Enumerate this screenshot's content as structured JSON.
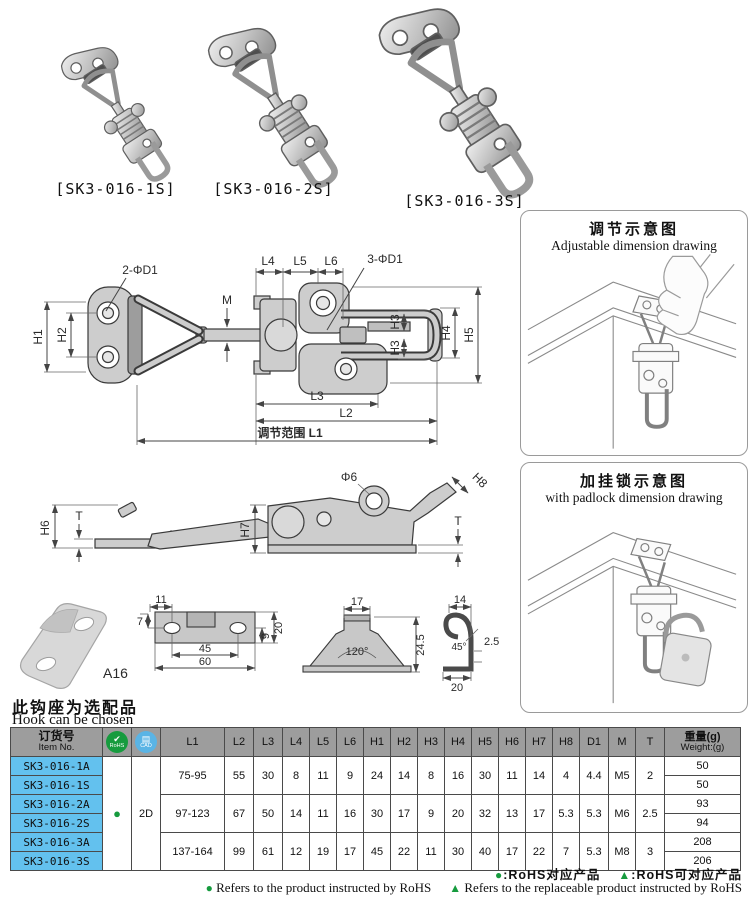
{
  "products": [
    {
      "label": "[SK3-016-1S]"
    },
    {
      "label": "[SK3-016-2S]"
    },
    {
      "label": "[SK3-016-3S]"
    }
  ],
  "panels": [
    {
      "title_cn": "调节示意图",
      "title_en": "Adjustable dimension drawing"
    },
    {
      "title_cn": "加挂锁示意图",
      "title_en": "with padlock dimension drawing"
    }
  ],
  "top_view": {
    "callout_2d1": "2-ΦD1",
    "callout_3d1": "3-ΦD1",
    "l4": "L4",
    "l5": "L5",
    "l6": "L6",
    "m": "M",
    "h1": "H1",
    "h2": "H2",
    "h3a": "H3",
    "h3b": "H3",
    "h4": "H4",
    "h5": "H5",
    "l3": "L3",
    "l2": "L2",
    "l1_range": "调节范围 L1"
  },
  "side_view": {
    "h6": "H6",
    "t_left": "T",
    "h7": "H7",
    "phi6": "Φ6",
    "h8": "H8",
    "t_right": "T"
  },
  "hook": {
    "label": "A16",
    "note_cn": "此钩座为选配品",
    "note_en": "Hook can be chosen",
    "plate": {
      "d11": "11",
      "d7": "7",
      "d45": "45",
      "d60": "60",
      "d9": "9",
      "d20": "20"
    },
    "cone": {
      "d17": "17",
      "angle": "120°",
      "d245": "24.5"
    },
    "jhook": {
      "d14": "14",
      "angle": "45°",
      "d25": "2.5",
      "d20": "20"
    }
  },
  "table": {
    "header": {
      "item_cn": "订货号",
      "item_en": "Item No.",
      "rohs": "RoHS",
      "rohs_check": "✔",
      "cad": "CAD",
      "cad_doc": "▤",
      "dims": [
        "L1",
        "L2",
        "L3",
        "L4",
        "L5",
        "L6",
        "H1",
        "H2",
        "H3",
        "H4",
        "H5",
        "H6",
        "H7",
        "H8",
        "D1",
        "M",
        "T"
      ],
      "weight_cn": "重量(g)",
      "weight_en": "Weight:(g)"
    },
    "rohs_mark": "●",
    "cad_mark": "2D",
    "rows": [
      {
        "item": "SK3-016-1A",
        "weight": "50"
      },
      {
        "item": "SK3-016-1S",
        "weight": "50"
      },
      {
        "item": "SK3-016-2A",
        "weight": "93"
      },
      {
        "item": "SK3-016-2S",
        "weight": "94"
      },
      {
        "item": "SK3-016-3A",
        "weight": "208"
      },
      {
        "item": "SK3-016-3S",
        "weight": "206"
      }
    ],
    "groups": [
      {
        "L1": "75-95",
        "L2": "55",
        "L3": "30",
        "L4": "8",
        "L5": "11",
        "L6": "9",
        "H1": "24",
        "H2": "14",
        "H3": "8",
        "H4": "16",
        "H5": "30",
        "H6": "11",
        "H7": "14",
        "H8": "4",
        "D1": "4.4",
        "M": "M5",
        "T": "2"
      },
      {
        "L1": "97-123",
        "L2": "67",
        "L3": "50",
        "L4": "14",
        "L5": "11",
        "L6": "16",
        "H1": "30",
        "H2": "17",
        "H3": "9",
        "H4": "20",
        "H5": "32",
        "H6": "13",
        "H7": "17",
        "H8": "5.3",
        "D1": "5.3",
        "M": "M6",
        "T": "2.5"
      },
      {
        "L1": "137-164",
        "L2": "99",
        "L3": "61",
        "L4": "12",
        "L5": "19",
        "L6": "17",
        "H1": "45",
        "H2": "22",
        "H3": "11",
        "H4": "30",
        "H5": "40",
        "H6": "17",
        "H7": "22",
        "H8": "7",
        "D1": "5.3",
        "M": "M8",
        "T": "3"
      }
    ]
  },
  "legend": {
    "cn_dot_sym": "●",
    "cn_dot": ":RoHS对应产品",
    "cn_tri_sym": "▲",
    "cn_tri": ":RoHS可对应产品",
    "en_dot_sym": "●",
    "en_dot": "Refers to the product instructed by RoHS",
    "en_tri_sym": "▲",
    "en_tri": "Refers to the replaceable product instructed by RoHS"
  }
}
